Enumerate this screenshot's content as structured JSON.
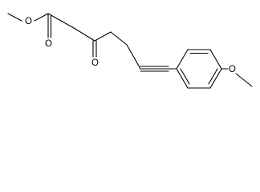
{
  "molecule": {
    "atoms": {
      "o_ester_single": "O",
      "o_ester_carbonyl": "O",
      "o_ketone": "O",
      "o_methoxy": "O"
    }
  }
}
